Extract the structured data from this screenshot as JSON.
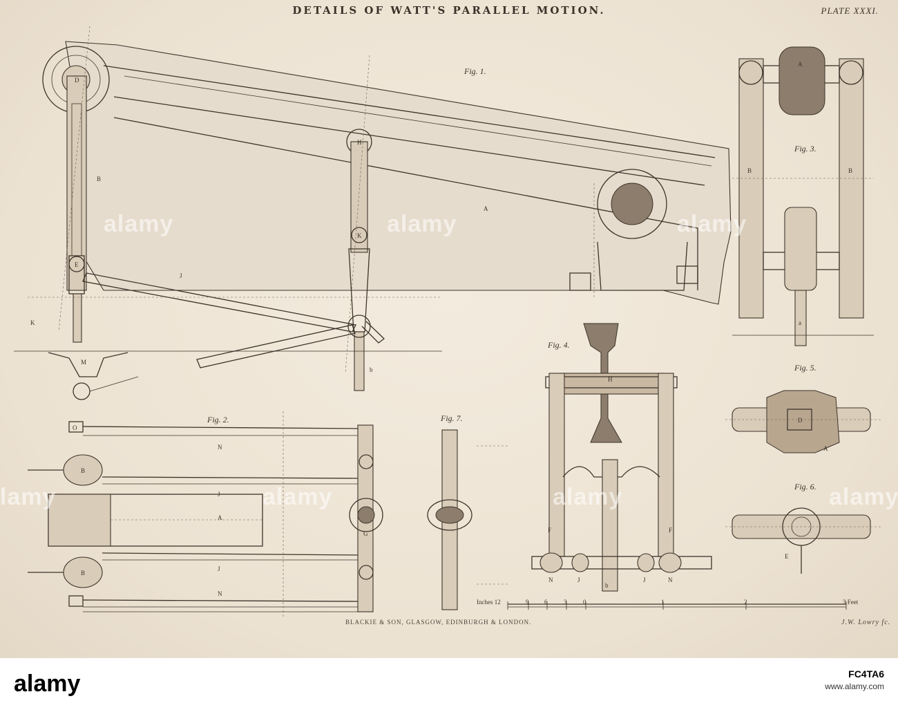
{
  "plate": {
    "title": "DETAILS OF WATT'S PARALLEL MOTION.",
    "number": "PLATE XXXI.",
    "publisher": "BLACKIE & SON, GLASGOW, EDINBURGH & LONDON.",
    "engraver": "J.W. Lowry fc."
  },
  "figures": [
    "Fig. 1.",
    "Fig. 2.",
    "Fig. 3.",
    "Fig. 4.",
    "Fig. 5.",
    "Fig. 6.",
    "Fig. 7."
  ],
  "scale": {
    "inches_label": "Inches 12",
    "ticks": [
      "9",
      "6",
      "3",
      "0",
      "1",
      "2",
      "3 Feet"
    ]
  },
  "watermark": "alamy",
  "footer": {
    "logo": "alamy",
    "image_id": "FC4TA6",
    "site": "www.alamy.com"
  }
}
